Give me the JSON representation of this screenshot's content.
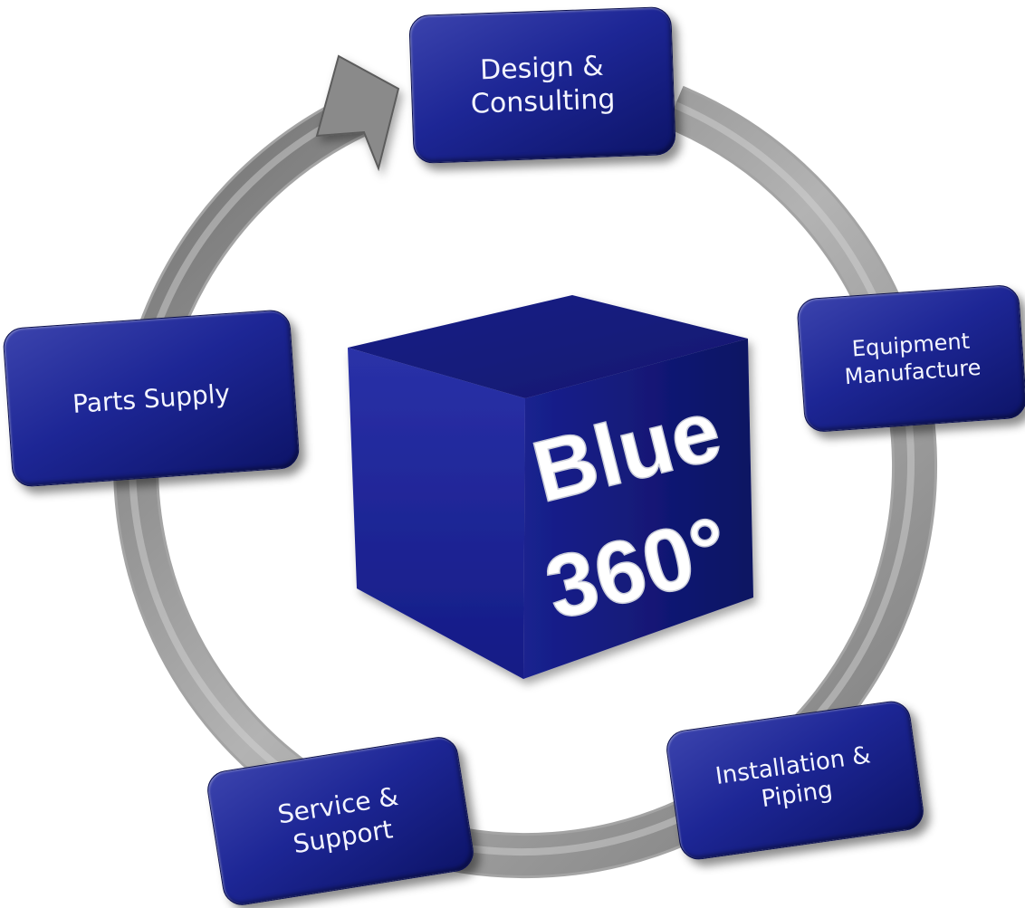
{
  "center": {
    "line1": "Blue",
    "line2": "360°"
  },
  "steps": [
    {
      "line1": "Design &",
      "line2": "Consulting"
    },
    {
      "line1": "Equipment",
      "line2": "Manufacture"
    },
    {
      "line1": "Installation &",
      "line2": "Piping"
    },
    {
      "line1": "Service &",
      "line2": "Support"
    },
    {
      "line1": "Parts Supply"
    }
  ],
  "colors": {
    "box_blue": "#1d2695",
    "box_blue_dark": "#0d1468",
    "ring_grey": "#9a9a9a",
    "text_white": "#ffffff"
  }
}
